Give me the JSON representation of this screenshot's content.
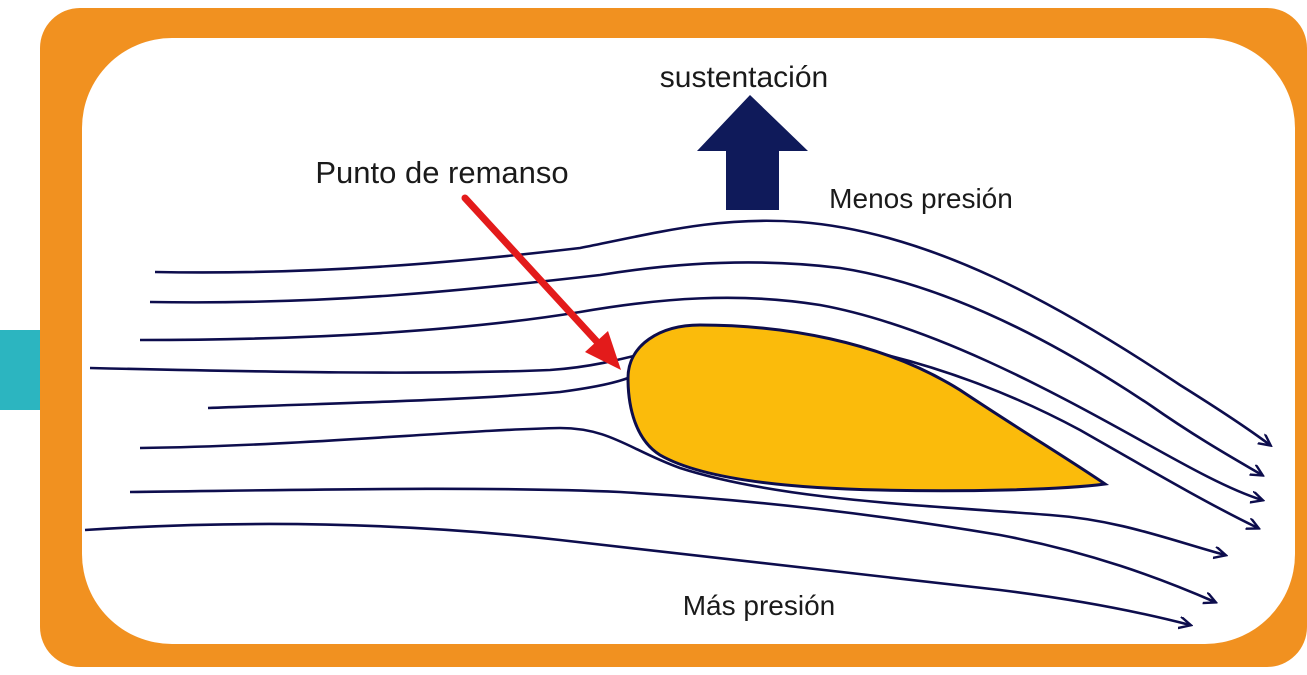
{
  "labels": {
    "lift": "sustentación",
    "stagnation_point": "Punto de remanso",
    "less_pressure": "Menos presión",
    "more_pressure": "Más presión"
  },
  "colors": {
    "frame": "#f19120",
    "tab": "#2cb5c0",
    "airfoil_fill": "#fbbb0b",
    "streamline": "#0d0d4d",
    "lift_arrow": "#0f1a5a",
    "pointer_arrow": "#e31b1b"
  },
  "icons": {
    "lift_arrow": "up-arrow-icon",
    "pointer_arrow": "red-pointer-arrow-icon"
  }
}
